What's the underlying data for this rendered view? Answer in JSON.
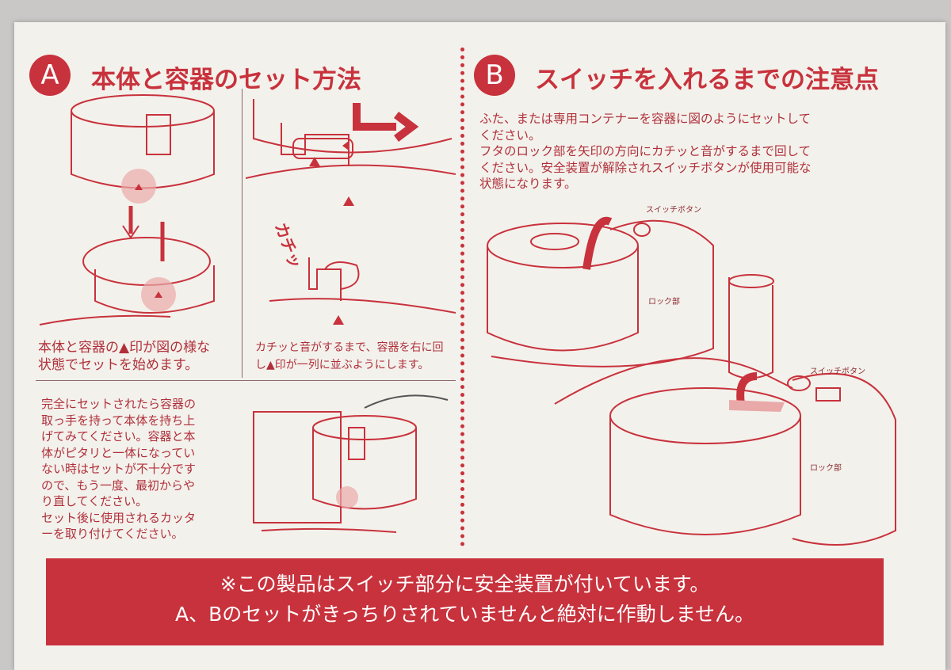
{
  "section_a": {
    "badge": "A",
    "title": "本体と容器のセット方法",
    "step1": "本体と容器の▲印が図の様な\n状態でセットを始めます。",
    "step2": "カチッと音がするまで、容器を右に回\nし▲印が一列に並ぶようにします。",
    "step3": "完全にセットされたら容器の\n取っ手を持って本体を持ち上\nげてみてください。容器と本\n体がピタリと一体になってい\nない時はセットが不十分です\nので、もう一度、最初からや\nり直してください。\nセット後に使用されるカッタ\nーを取り付けてください。",
    "click_sound": "カチッ"
  },
  "section_b": {
    "badge": "B",
    "title": "スイッチを入れるまでの注意点",
    "body": "ふた、または専用コンテナーを容器に図のようにセットして\nください。\nフタのロック部を矢印の方向にカチッと音がするまで回して\nください。安全装置が解除されスイッチボタンが使用可能な\n状態になります。",
    "label_switch_1": "スイッチボタン",
    "label_lock_1": "ロック部",
    "label_switch_2": "スイッチボタン",
    "label_lock_2": "ロック部"
  },
  "banner": {
    "line1": "※この製品はスイッチ部分に安全装置が付いています。",
    "line2": "A、Bのセットがきっちりされていませんと絶対に作動しません。"
  },
  "colors": {
    "accent": "#c8323c",
    "paper": "#f3f1ec"
  }
}
